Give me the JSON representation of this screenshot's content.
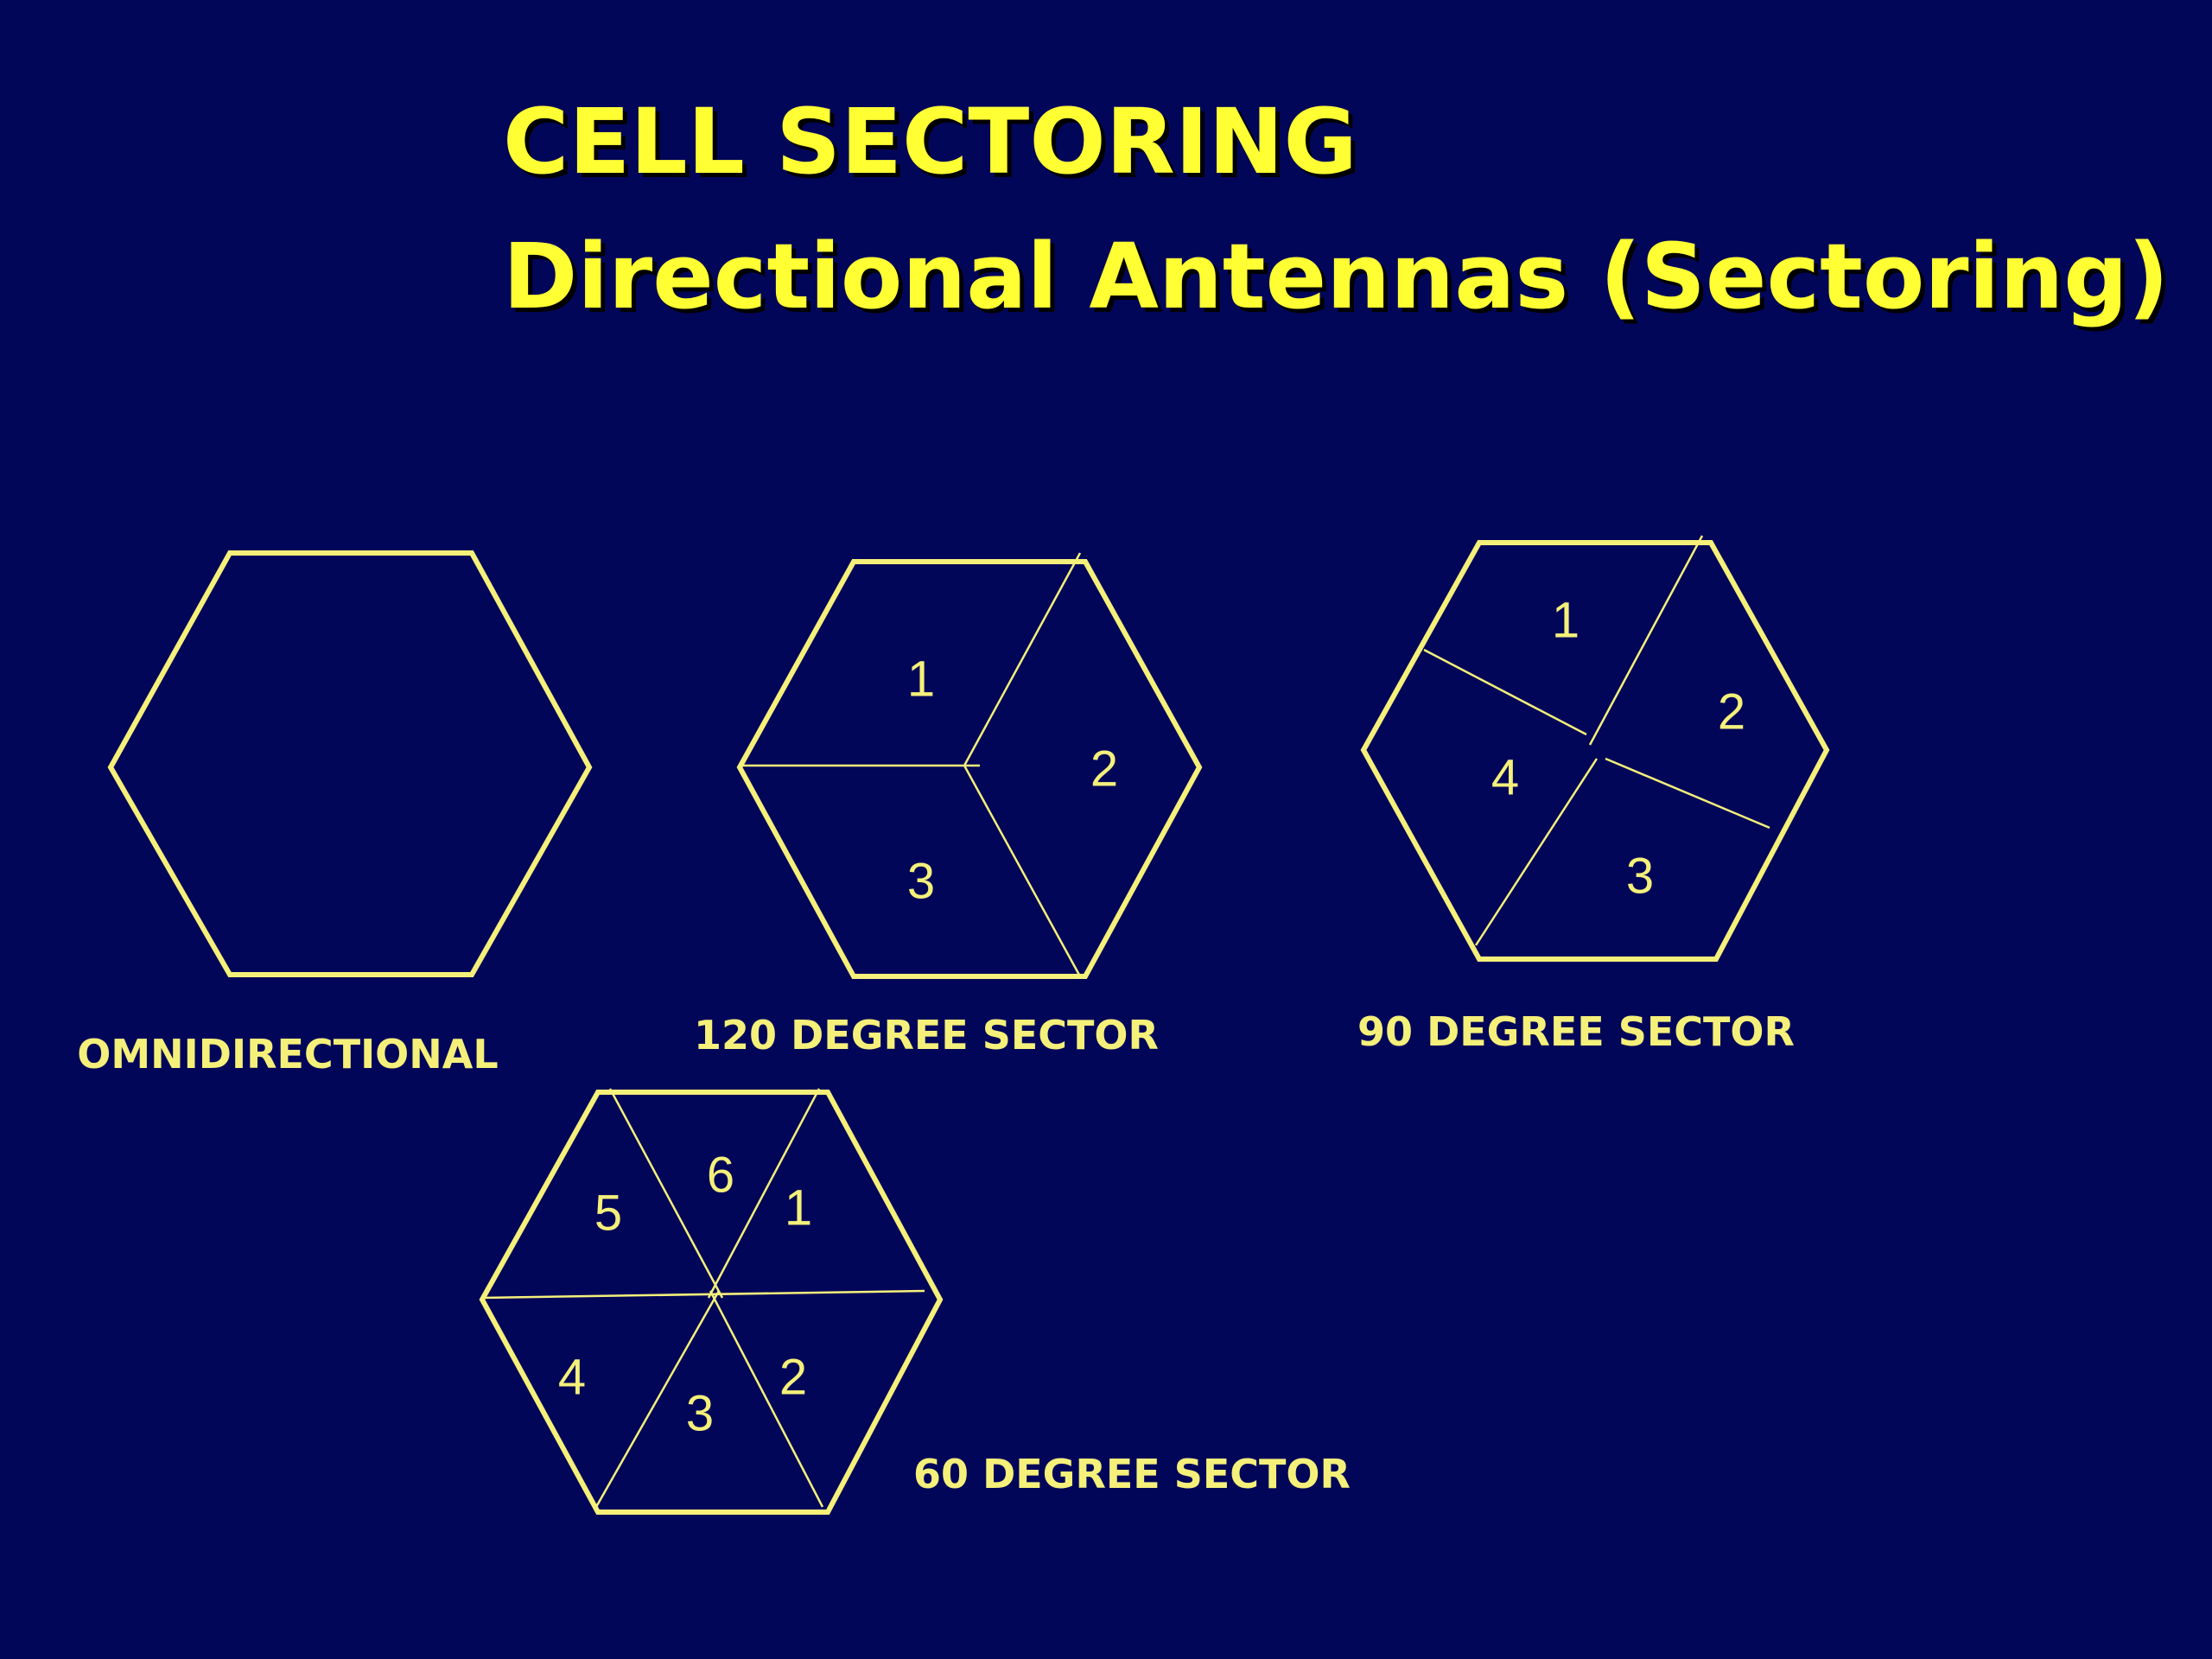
{
  "slide": {
    "title_line1": "CELL SECTORING",
    "title_line2": "Directional Antennas (Sectoring)"
  },
  "diagrams": {
    "omni": {
      "caption": "OMNIDIRECTIONAL"
    },
    "sector120": {
      "caption": "120 DEGREE SECTOR",
      "sectors": [
        "1",
        "2",
        "3"
      ]
    },
    "sector90": {
      "caption": "90 DEGREE SECTOR",
      "sectors": [
        "1",
        "2",
        "3",
        "4"
      ]
    },
    "sector60": {
      "caption": "60 DEGREE SECTOR",
      "sectors": [
        "1",
        "2",
        "3",
        "4",
        "5",
        "6"
      ]
    }
  },
  "colors": {
    "background": "#020659",
    "title": "#ffff33",
    "diagram": "#f5f07a"
  }
}
